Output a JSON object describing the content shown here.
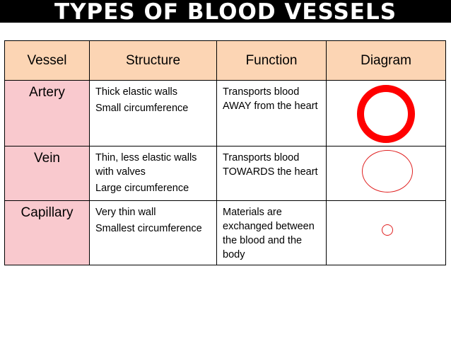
{
  "title": "TYPES OF BLOOD VESSELS",
  "table": {
    "headers": {
      "vessel": "Vessel",
      "structure": "Structure",
      "function": "Function",
      "diagram": "Diagram"
    },
    "rows": [
      {
        "vessel": "Artery",
        "structure": [
          "Thick elastic walls",
          "Small circumference"
        ],
        "function": "Transports blood AWAY from the heart"
      },
      {
        "vessel": "Vein",
        "structure": [
          "Thin, less elastic walls with valves",
          "Large circumference"
        ],
        "function": "Transports blood TOWARDS the heart"
      },
      {
        "vessel": "Capillary",
        "structure": [
          "Very thin wall",
          "Smallest circumference"
        ],
        "function": "Materials are exchanged between the blood and the body"
      }
    ]
  },
  "colors": {
    "title_background": "#000000",
    "header_background": "#fcd5b4",
    "vessel_column_background": "#f9c9ce",
    "diagram_ring": "#ff0000"
  }
}
